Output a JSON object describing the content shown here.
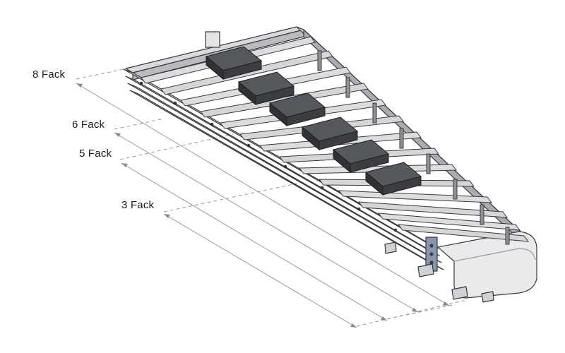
{
  "dimension_labels": {
    "fack_8": "8 Fack",
    "fack_6": "6 Fack",
    "fack_5": "5 Fack",
    "fack_3": "3 Fack"
  },
  "colors": {
    "frame_light": "#e3e4e6",
    "frame_mid": "#c7c9cc",
    "frame_dark": "#8e9196",
    "outline": "#3a3a3a",
    "block_dark": "#3b3d40",
    "block_mid": "#55585c",
    "dim_line": "#9a9a9a",
    "bracket_blue": "#7f8fa8"
  }
}
